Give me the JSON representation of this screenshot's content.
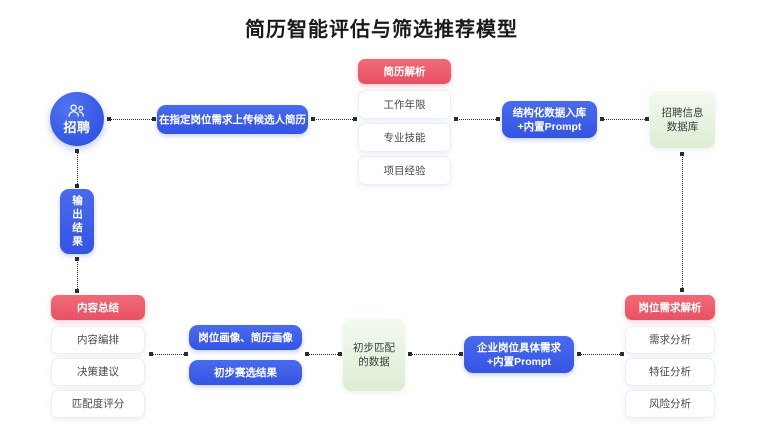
{
  "title": "简历智能评估与筛选推荐模型",
  "colors": {
    "blue": "#3454e3",
    "red": "#e85163",
    "green": "#dcedd4",
    "card": "#ffffff",
    "connector": "#2b2b2b",
    "title_text": "#1a1a1a"
  },
  "nodes": {
    "recruit": {
      "label": "招聘",
      "icon": "people-icon",
      "type": "circle-blue"
    },
    "upload": {
      "label": "在指定岗位需求上传候选人简历",
      "type": "blue"
    },
    "resume_parse_header": {
      "label": "简历解析",
      "type": "red"
    },
    "resume_items": [
      {
        "label": "工作年限",
        "type": "white"
      },
      {
        "label": "专业技能",
        "type": "white"
      },
      {
        "label": "项目经验",
        "type": "white"
      }
    ],
    "structured_store": {
      "label": "结构化数据入库\n+内置Prompt",
      "type": "blue"
    },
    "recruit_db": {
      "label": "招聘信息\n数据库",
      "type": "green"
    },
    "output_result": {
      "label": "输出结果",
      "type": "blue-vertical"
    },
    "content_summary_header": {
      "label": "内容总结",
      "type": "red"
    },
    "content_items": [
      {
        "label": "内容编排",
        "type": "white"
      },
      {
        "label": "决策建议",
        "type": "white"
      },
      {
        "label": "匹配度评分",
        "type": "white"
      }
    ],
    "portrait": {
      "label": "岗位画像、简历画像",
      "type": "blue"
    },
    "prelim_filter": {
      "label": "初步赛选结果",
      "type": "blue"
    },
    "matched_data": {
      "label": "初步匹配\n的数据",
      "type": "green"
    },
    "job_demand": {
      "label": "企业岗位具体需求\n+内置Prompt",
      "type": "blue"
    },
    "job_parse_header": {
      "label": "岗位需求解析",
      "type": "red"
    },
    "job_items": [
      {
        "label": "需求分析",
        "type": "white"
      },
      {
        "label": "特征分析",
        "type": "white"
      },
      {
        "label": "风险分析",
        "type": "white"
      }
    ]
  }
}
